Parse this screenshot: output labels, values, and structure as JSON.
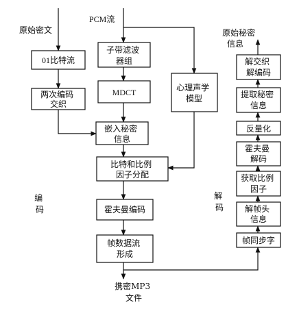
{
  "nodes": {
    "top_left_label": "原始密文",
    "top_center_label": "PCM流",
    "binary_stream": "01比特流",
    "double_encode": [
      "两次编码",
      "交织"
    ],
    "subband": [
      "子带滤波",
      "器组"
    ],
    "mdct": "MDCT",
    "psycho": [
      "心理声学",
      "模型"
    ],
    "embed": [
      "嵌入秘密",
      "信息"
    ],
    "bit_alloc": [
      "比特和比例",
      "因子分配"
    ],
    "huffman_enc": "霍夫曼编码",
    "frame_form": [
      "帧数据流",
      "形成"
    ],
    "output_file": [
      "携密MP3",
      "文件"
    ],
    "encode_label": [
      "编",
      "码"
    ],
    "decode_label": [
      "解",
      "码"
    ],
    "frame_sync": "帧同步字",
    "decode_header": [
      "解帧头",
      "信息"
    ],
    "get_scale": [
      "获取比例",
      "因子"
    ],
    "huffman_dec": [
      "霍夫曼",
      "解码"
    ],
    "dequant": "反量化",
    "extract": [
      "提取秘密",
      "信息"
    ],
    "deinterleave": [
      "解交织",
      "解编码"
    ],
    "original_secret": [
      "原始秘密",
      "信息"
    ]
  }
}
